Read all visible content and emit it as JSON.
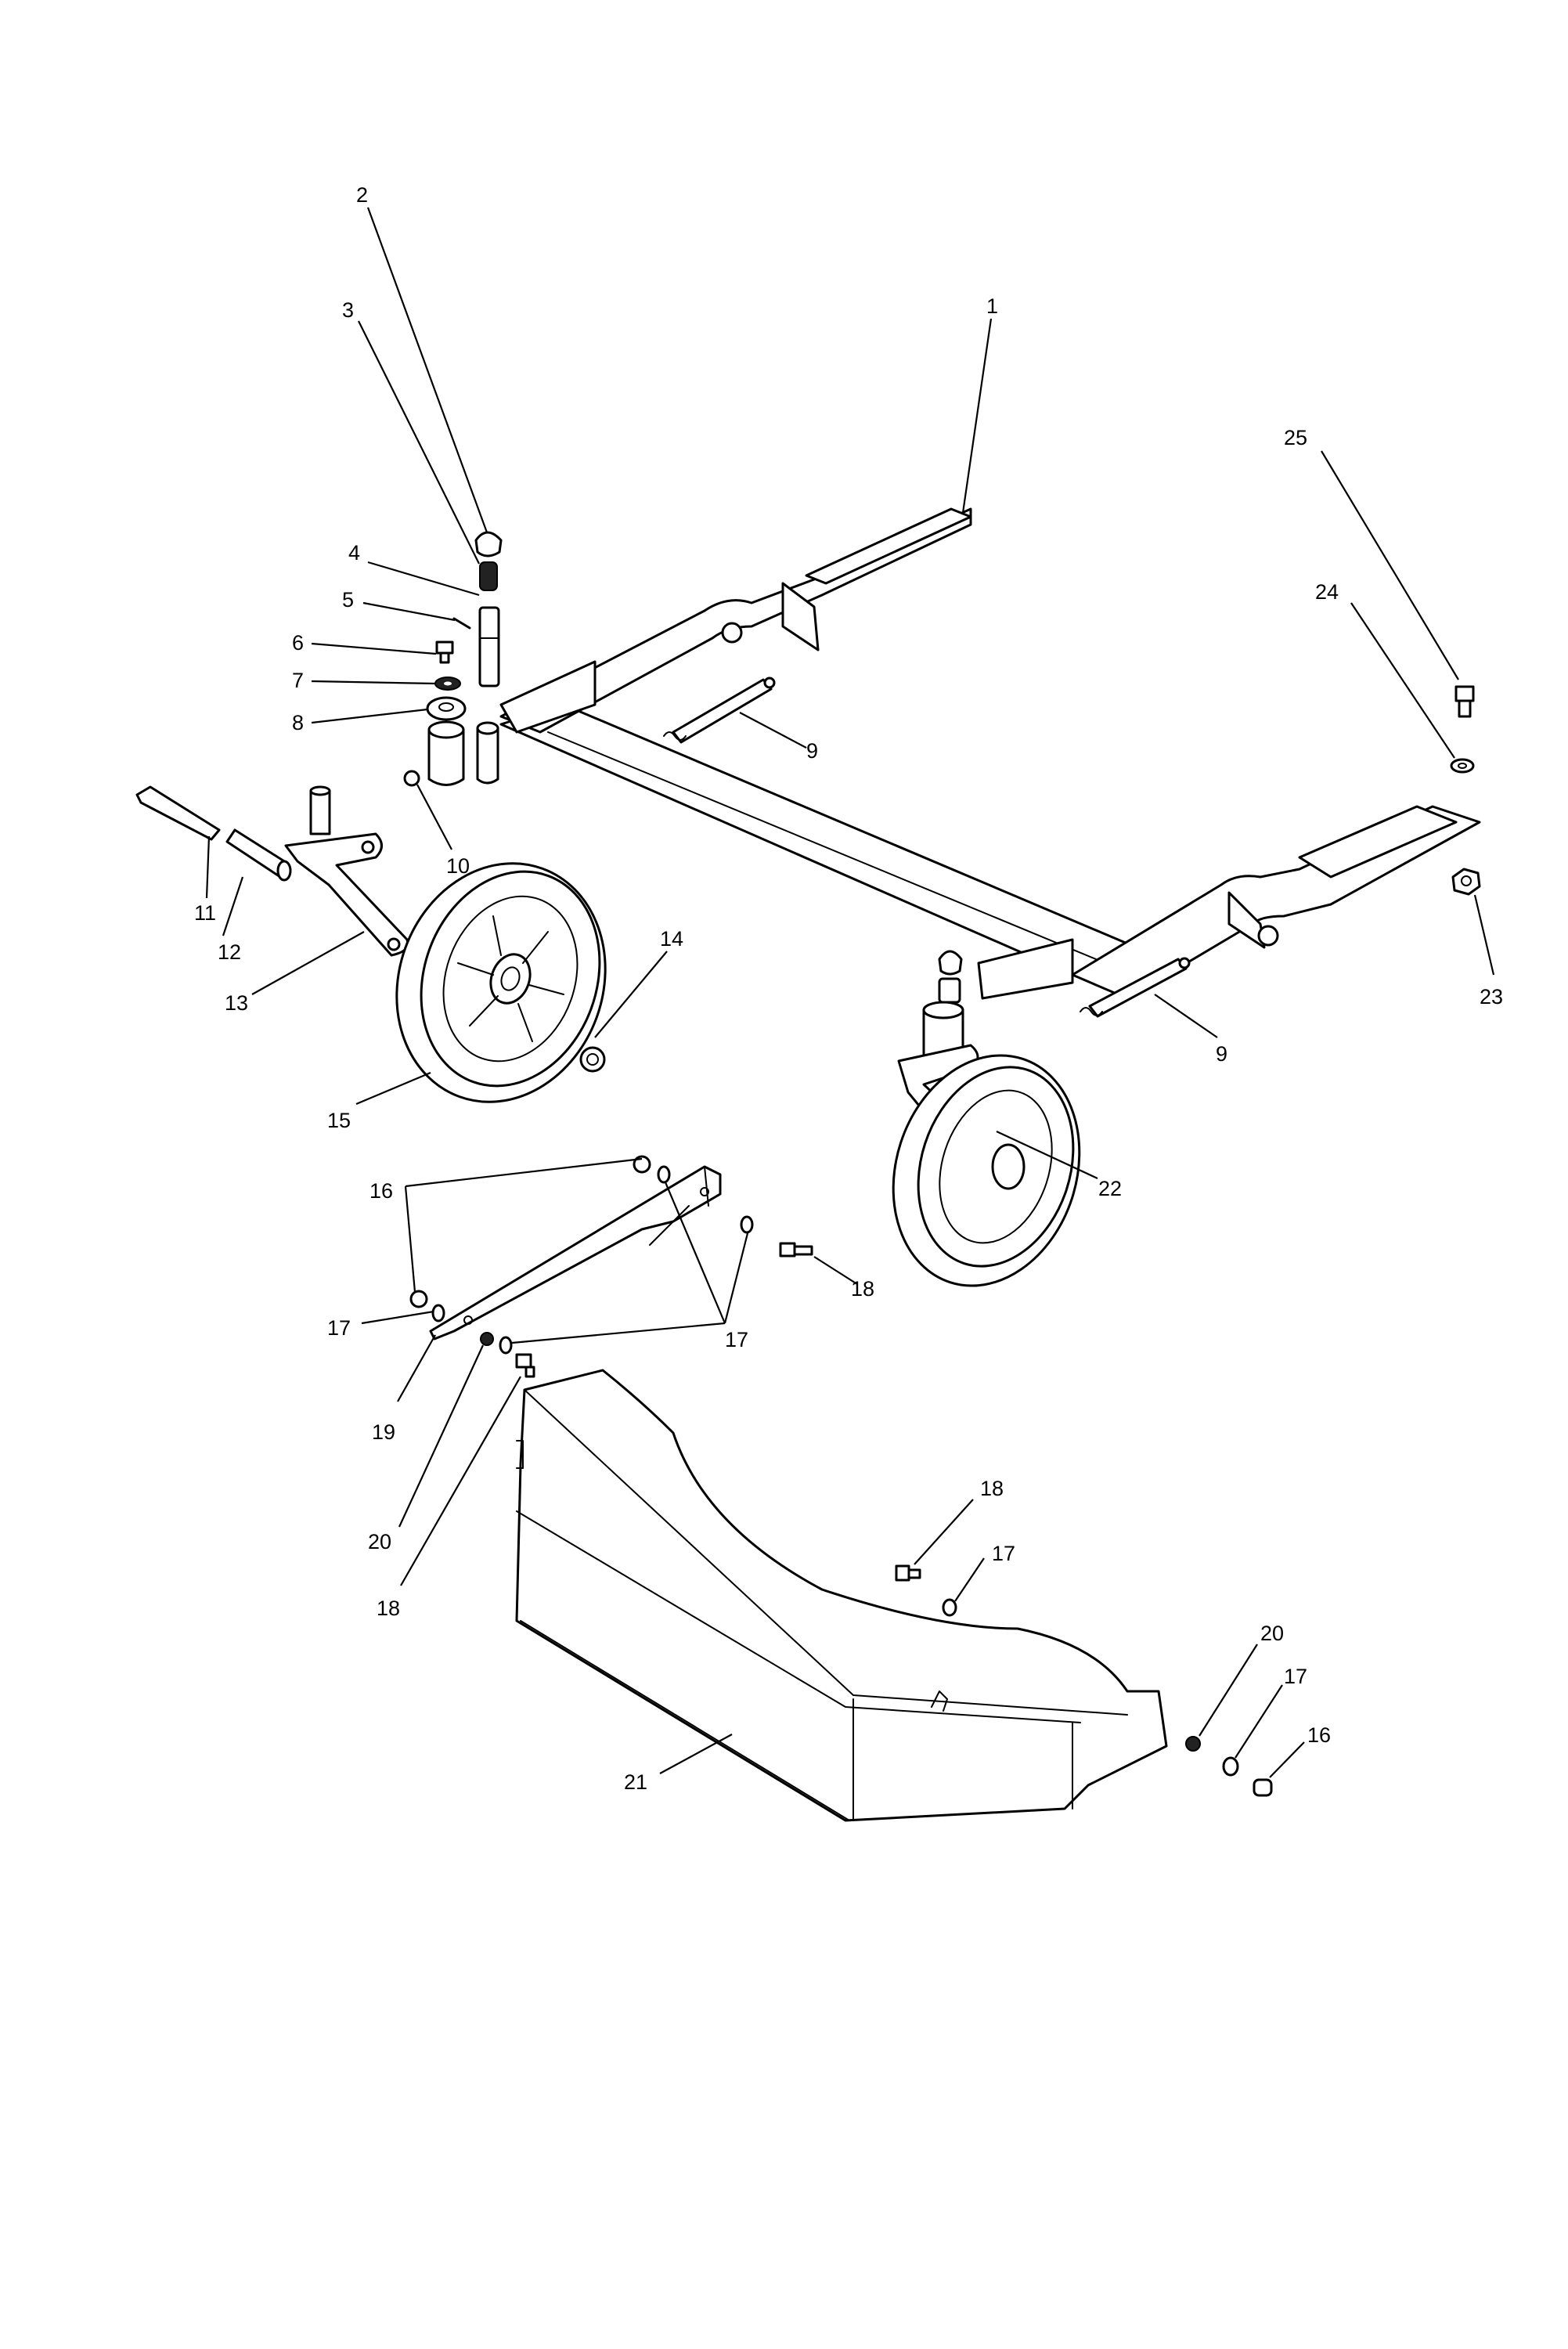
{
  "diagram": {
    "callouts": [
      {
        "id": "c2",
        "label": "2"
      },
      {
        "id": "c3",
        "label": "3"
      },
      {
        "id": "c1",
        "label": "1"
      },
      {
        "id": "c25",
        "label": "25"
      },
      {
        "id": "c4",
        "label": "4"
      },
      {
        "id": "c5",
        "label": "5"
      },
      {
        "id": "c24",
        "label": "24"
      },
      {
        "id": "c6",
        "label": "6"
      },
      {
        "id": "c7",
        "label": "7"
      },
      {
        "id": "c8",
        "label": "8"
      },
      {
        "id": "c9a",
        "label": "9"
      },
      {
        "id": "c10",
        "label": "10"
      },
      {
        "id": "c11",
        "label": "11"
      },
      {
        "id": "c12",
        "label": "12"
      },
      {
        "id": "c13",
        "label": "13"
      },
      {
        "id": "c14",
        "label": "14"
      },
      {
        "id": "c23",
        "label": "23"
      },
      {
        "id": "c9b",
        "label": "9"
      },
      {
        "id": "c15",
        "label": "15"
      },
      {
        "id": "c22",
        "label": "22"
      },
      {
        "id": "c16a",
        "label": "16"
      },
      {
        "id": "c18a",
        "label": "18"
      },
      {
        "id": "c17a",
        "label": "17"
      },
      {
        "id": "c17b",
        "label": "17"
      },
      {
        "id": "c19",
        "label": "19"
      },
      {
        "id": "c20a",
        "label": "20"
      },
      {
        "id": "c18b",
        "label": "18"
      },
      {
        "id": "c18c",
        "label": "18"
      },
      {
        "id": "c17c",
        "label": "17"
      },
      {
        "id": "c20b",
        "label": "20"
      },
      {
        "id": "c17d",
        "label": "17"
      },
      {
        "id": "c16b",
        "label": "16"
      },
      {
        "id": "c21",
        "label": "21"
      }
    ]
  }
}
